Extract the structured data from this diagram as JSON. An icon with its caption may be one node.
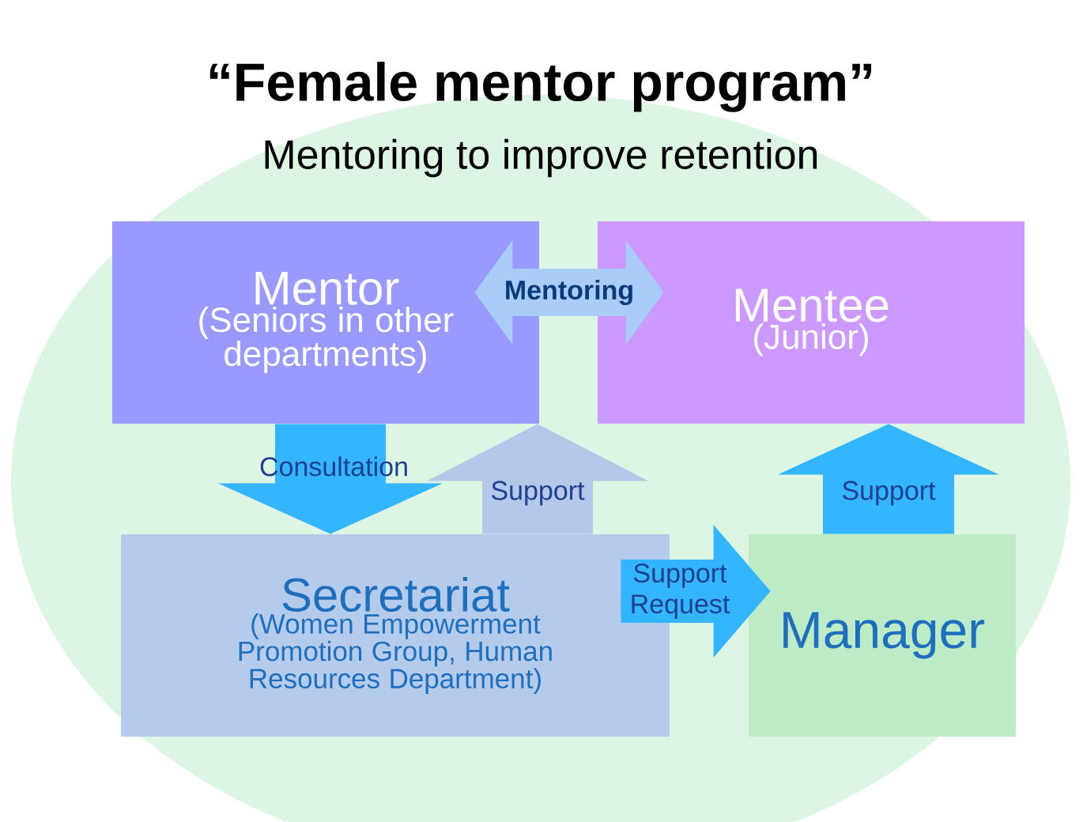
{
  "diagram": {
    "title": "“Female mentor program”",
    "nodes": [
      {
        "text": [
          "Mentor",
          "(Seniors in other departments)"
        ]
      },
      {
        "text": [
          "Mentee",
          "(Junior)"
        ]
      },
      {
        "text": [
          "Secretariat",
          "(Women Empowerment Promotion Group, Human Resources Department)"
        ]
      },
      {
        "text": [
          "Manager"
        ]
      }
    ],
    "edges": [
      {
        "from": 0,
        "to": 1,
        "arrow": "both",
        "label": "Mentoring",
        "color": "#a9cdf8"
      },
      {
        "from": 0,
        "to": 2,
        "arrow": "to",
        "label": "Consultation"
      },
      {
        "from": 2,
        "to": 0,
        "arrow": "to",
        "label": "Support",
        "color": "#b4c8ea"
      },
      {
        "from": 2,
        "to": 3,
        "arrow": "to",
        "label": "Support Request"
      },
      {
        "from": 3,
        "to": 1,
        "arrow": "to",
        "label": "Support"
      }
    ],
    "labels": [
      "Mentoring to improve retention"
    ]
  }
}
